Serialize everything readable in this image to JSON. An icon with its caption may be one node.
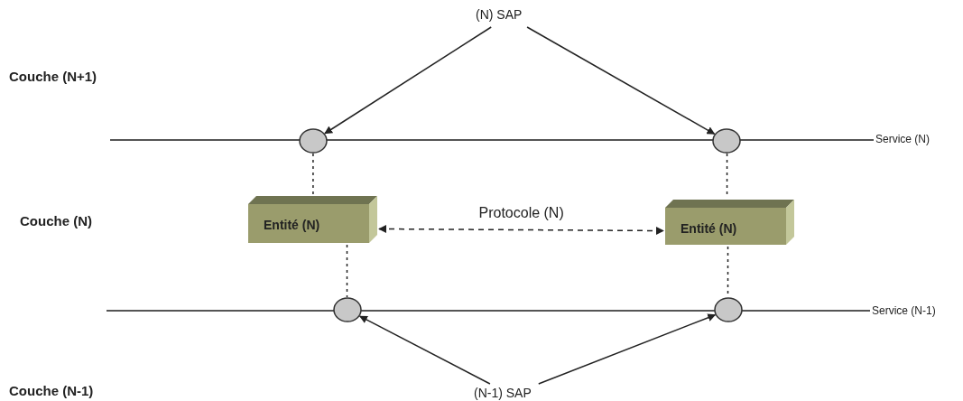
{
  "diagram": {
    "nodes": [
      {
        "text": [
          "(N) SAP"
        ]
      },
      {
        "text": [],
        "shape": "circle"
      },
      {
        "text": [],
        "shape": "circle"
      },
      {
        "text": [
          "Entité (N)"
        ]
      },
      {
        "text": [
          "Entité (N)"
        ]
      },
      {
        "text": [],
        "shape": "circle"
      },
      {
        "text": [],
        "shape": "circle"
      },
      {
        "text": [
          "(N-1) SAP"
        ]
      }
    ],
    "edges": [
      {
        "from": 0,
        "to": 1,
        "arrow": "to"
      },
      {
        "from": 0,
        "to": 2,
        "arrow": "to"
      },
      {
        "from": 1,
        "to": 3,
        "arrow": "none",
        "style": "dashed"
      },
      {
        "from": 2,
        "to": 4,
        "arrow": "none",
        "style": "dashed"
      },
      {
        "from": 3,
        "to": 4,
        "arrow": "both",
        "style": "dashed",
        "label": "Protocole (N)"
      },
      {
        "from": 3,
        "to": 5,
        "arrow": "none",
        "style": "dashed"
      },
      {
        "from": 4,
        "to": 6,
        "arrow": "none",
        "style": "dashed"
      },
      {
        "from": 7,
        "to": 5,
        "arrow": "to"
      },
      {
        "from": 7,
        "to": 6,
        "arrow": "to"
      }
    ],
    "labels": [
      "Couche (N+1)",
      "Service (N)",
      "Couche (N)",
      "Couche (N-1)",
      "Service (N-1)"
    ]
  }
}
